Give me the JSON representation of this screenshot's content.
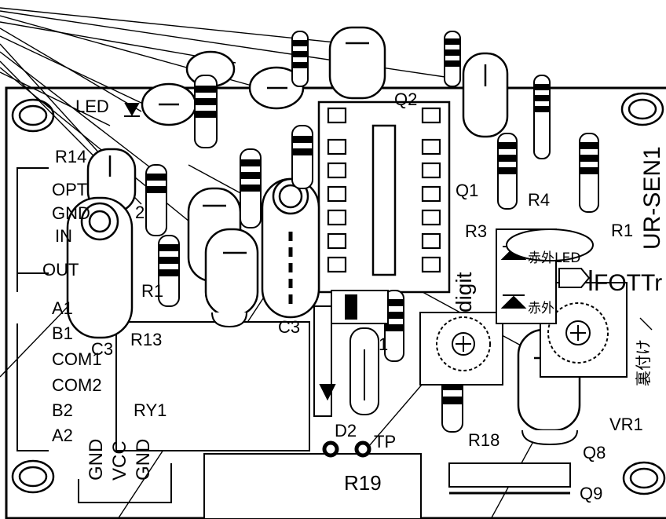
{
  "labels": {
    "led": "LED",
    "r14": "R14",
    "opt": "OPT",
    "gnd": "GND",
    "in": "IN",
    "out": "OUT",
    "a1": "A1",
    "b1": "B1",
    "com1": "COM1",
    "com2": "COM2",
    "b2": "B2",
    "a2": "A2",
    "c3_left": "C3",
    "c3_mid": "C3",
    "r13": "R13",
    "ry1": "RY1",
    "r1_left": "R1",
    "two": "2",
    "q2": "Q2",
    "q1": "Q1",
    "r3": "R3",
    "r4": "R4",
    "r1": "R1",
    "ur_sen1": "UR-SEN1",
    "digit": "digit",
    "sekigai_led": "赤外LED",
    "sekigai_2": "赤外",
    "fottr": "FOTTr",
    "uratsuke": "裏付け",
    "one": "1",
    "d2": "D2",
    "tp": "TP",
    "r18": "R18",
    "vr1": "VR1",
    "q8": "Q8",
    "q9": "Q9",
    "r19": "R19",
    "pin_gnd1": "GND",
    "pin_vcc": "VCC",
    "pin_gnd2": "GND"
  },
  "colors": {
    "line": "#000000",
    "board": "#ffffff"
  }
}
